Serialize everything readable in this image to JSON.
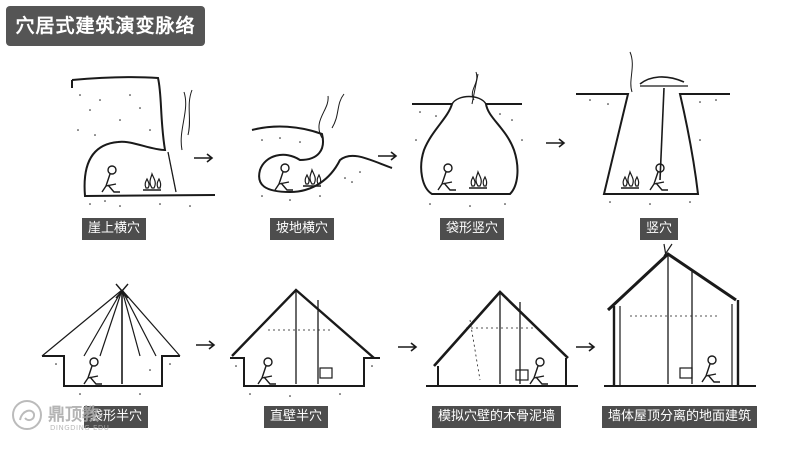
{
  "header": {
    "title": "穴居式建筑演变脉络"
  },
  "stages": [
    {
      "label": "崖上横穴"
    },
    {
      "label": "坡地横穴"
    },
    {
      "label": "袋形竖穴"
    },
    {
      "label": "竖穴"
    },
    {
      "label": "袋形半穴"
    },
    {
      "label": "直壁半穴"
    },
    {
      "label": "模拟穴壁的木骨泥墙"
    },
    {
      "label": "墙体屋顶分离的地面建筑"
    }
  ],
  "watermark": {
    "text": "鼎顶教",
    "sub": "DINGDING EDU"
  },
  "colors": {
    "badge": "#555555",
    "label_bg": "#4d4d4d",
    "ink": "#1a1a1a"
  }
}
